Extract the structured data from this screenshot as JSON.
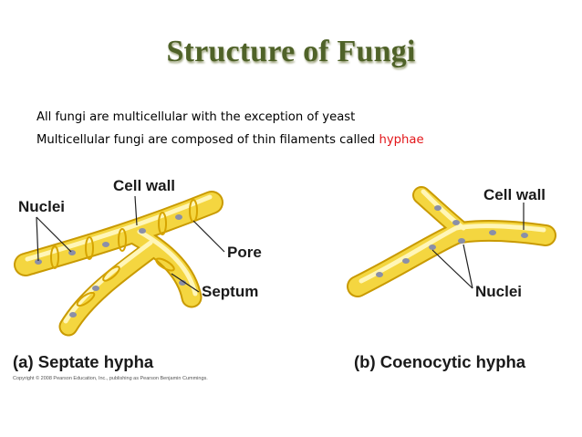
{
  "slide": {
    "title": "Structure of Fungi",
    "bullets": [
      "All fungi are multicellular with the exception of yeast",
      "Multicellular fungi are composed of thin filaments called "
    ],
    "highlight_word": "hyphae",
    "highlight_color": "#e3171b",
    "title_color": "#4f6228"
  },
  "figure_a": {
    "label_nuclei": "Nuclei",
    "label_cell_wall": "Cell wall",
    "label_pore": "Pore",
    "label_septum": "Septum",
    "caption": "(a) Septate hypha"
  },
  "figure_b": {
    "label_cell_wall": "Cell wall",
    "label_nuclei": "Nuclei",
    "caption": "(b) Coenocytic hypha"
  },
  "copyright": "Copyright © 2008 Pearson Education, Inc., publishing as Pearson Benjamin Cummings.",
  "colors": {
    "hypha_fill": "#f5d94a",
    "hypha_edge": "#d9a800",
    "nucleus": "#8a8fa8"
  }
}
